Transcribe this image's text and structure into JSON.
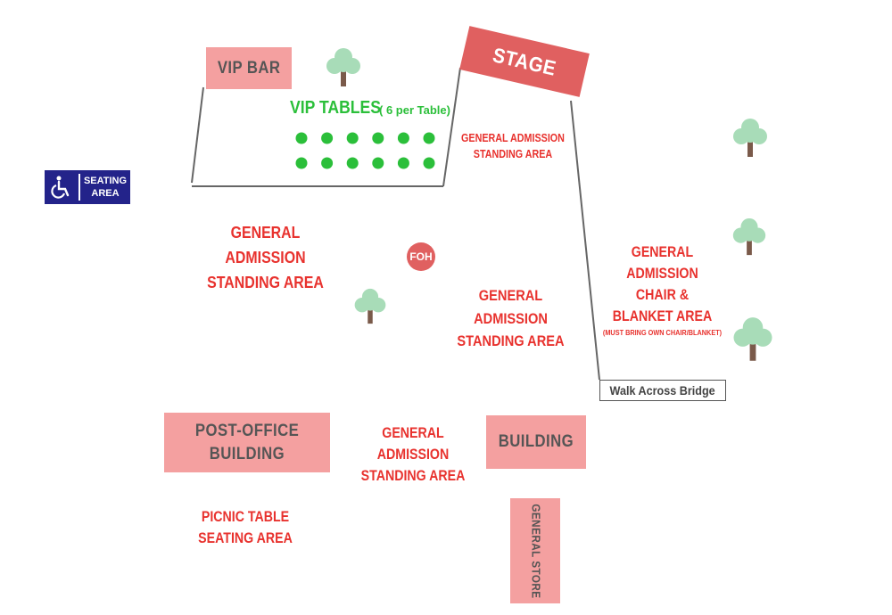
{
  "vip_bar": "VIP BAR",
  "stage": "STAGE",
  "vip_tables": {
    "title": "VIP TABLES",
    "note": "( 6 per Table)",
    "colors": {
      "dot": "#2bbf3a"
    }
  },
  "accessible_seating": {
    "line1": "SEATING",
    "line2": "AREA",
    "icon": "wheelchair-icon",
    "color": "#23238a"
  },
  "foh": "FOH",
  "general_admission": {
    "near_stage": {
      "line1": "GENERAL ADMISSION",
      "line2": "STANDING AREA"
    },
    "west": {
      "line1": "GENERAL ADMISSION",
      "line2": "STANDING AREA"
    },
    "center": {
      "line1": "GENERAL ADMISSION",
      "line2": "STANDING AREA"
    },
    "south": {
      "line1": "GENERAL ADMISSION",
      "line2": "STANDING AREA"
    },
    "chair_blanket": {
      "line1": "GENERAL ADMISSION",
      "line2": "CHAIR &",
      "line3": "BLANKET AREA",
      "note": "(MUST BRING OWN CHAIR/BLANKET)"
    }
  },
  "walk_across_bridge": "Walk Across Bridge",
  "post_office": {
    "line1": "POST-OFFICE",
    "line2": "BUILDING"
  },
  "building": "BUILDING",
  "general_store": "GENERAL STORE",
  "picnic": {
    "line1": "PICNIC TABLE",
    "line2": "SEATING AREA"
  },
  "colors": {
    "box": "#f4a0a0",
    "stage": "#e06060",
    "label_red": "#e8322e",
    "tree_canopy": "#a8dcb8",
    "tree_trunk": "#7a5a4a"
  }
}
